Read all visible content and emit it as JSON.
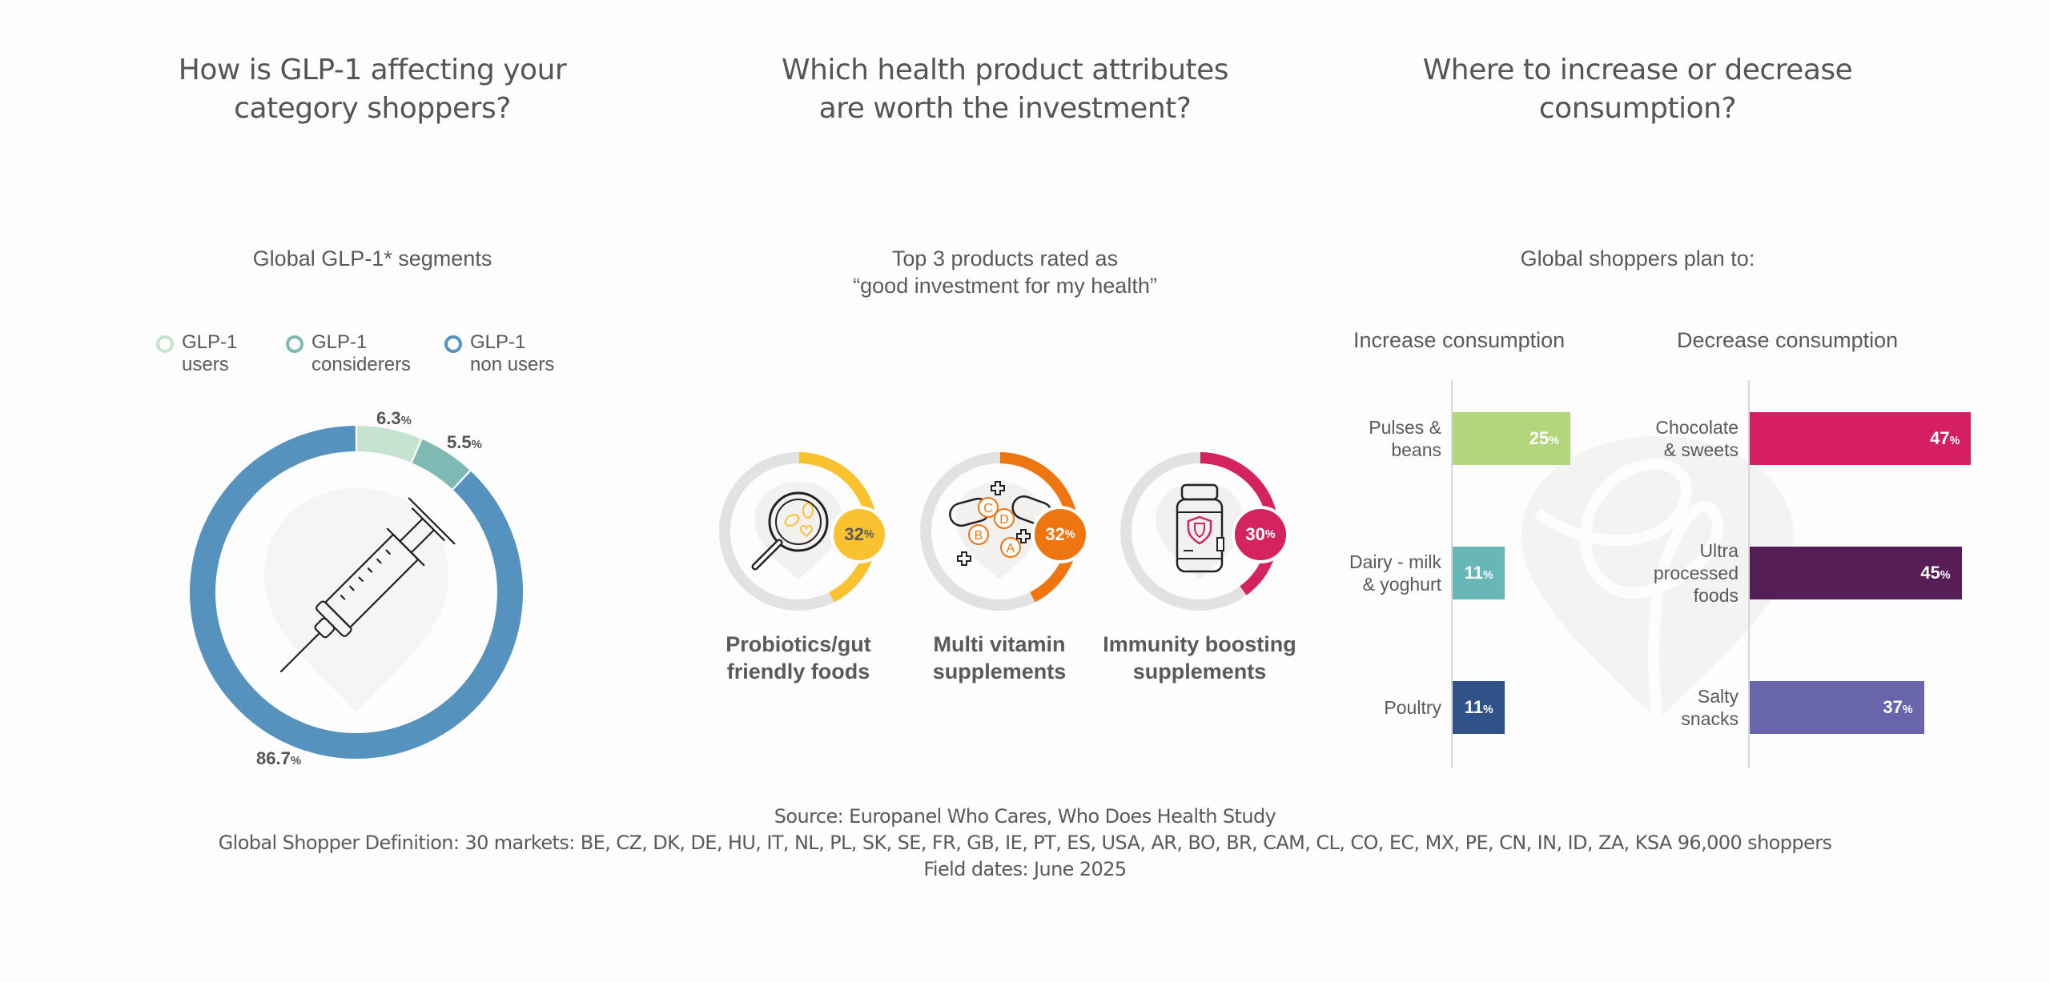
{
  "sections": [
    {
      "heading": [
        "How is GLP-1 affecting your",
        "category shoppers?"
      ]
    },
    {
      "heading": [
        "Which health product attributes",
        "are worth the investment?"
      ]
    },
    {
      "heading": [
        "Where to increase or decrease",
        "consumption?"
      ]
    }
  ],
  "glp1": {
    "subtitle": "Global GLP-1* segments",
    "legend": [
      {
        "line1": "GLP-1",
        "line2": "users",
        "color": "#c5e3ce"
      },
      {
        "line1": "GLP-1",
        "line2": "considerers",
        "color": "#7fb9b4"
      },
      {
        "line1": "GLP-1",
        "line2": "non users",
        "color": "#5592bd"
      }
    ],
    "icon": "syringe-icon"
  },
  "investment": {
    "subtitle": [
      "Top 3 products rated as",
      "“good investment for my health”"
    ],
    "track_color": "#e2e2e2"
  },
  "consumption": {
    "subtitle": "Global shoppers plan to:",
    "increase_title": "Increase consumption",
    "decrease_title": "Decrease consumption"
  },
  "chart_data": [
    {
      "type": "pie",
      "title": "Global GLP-1* segments",
      "donut": true,
      "start": "top-clockwise",
      "categories": [
        "GLP-1 users",
        "GLP-1 considerers",
        "GLP-1 non users"
      ],
      "values": [
        6.3,
        5.5,
        86.7
      ],
      "labels": [
        "6.3",
        "5.5",
        "86.7"
      ],
      "unit": "%",
      "colors": [
        "#c5e3ce",
        "#7fb9b4",
        "#5592bd"
      ],
      "legend": "top"
    },
    {
      "type": "pie",
      "title": "Top 3 products rated as “good investment for my health”",
      "style": "progress-rings",
      "categories": [
        "Probiotics/gut friendly foods",
        "Multi vitamin supplements",
        "Immunity boosting supplements"
      ],
      "label_lines": [
        [
          "Probiotics/gut",
          "friendly foods"
        ],
        [
          "Multi vitamin",
          "supplements"
        ],
        [
          "Immunity boosting",
          "supplements"
        ]
      ],
      "values": [
        32,
        32,
        30
      ],
      "unit": "%",
      "colors": [
        "#f9c22e",
        "#ef7511",
        "#d4235f"
      ],
      "badge_text_colors": [
        "#5a5a5a",
        "#ffffff",
        "#ffffff"
      ],
      "icons": [
        "magnifier-bacteria-icon",
        "vitamin-capsules-icon",
        "supplement-jar-shield-icon"
      ]
    },
    {
      "type": "bar",
      "orientation": "horizontal",
      "title": "Increase consumption",
      "categories": [
        "Pulses & beans",
        "Dairy - milk & yoghurt",
        "Poultry"
      ],
      "label_lines": [
        [
          "Pulses &",
          "beans"
        ],
        [
          "Dairy - milk",
          "& yoghurt"
        ],
        [
          "Poultry"
        ]
      ],
      "values": [
        25,
        11,
        11
      ],
      "unit": "%",
      "colors": [
        "#b3d67c",
        "#67b7b8",
        "#2f5288"
      ],
      "xlim": [
        0,
        50
      ]
    },
    {
      "type": "bar",
      "orientation": "horizontal",
      "title": "Decrease consumption",
      "categories": [
        "Chocolate & sweets",
        "Ultra processed foods",
        "Salty snacks"
      ],
      "label_lines": [
        [
          "Chocolate",
          "& sweets"
        ],
        [
          "Ultra",
          "processed",
          "foods"
        ],
        [
          "Salty",
          "snacks"
        ]
      ],
      "values": [
        47,
        45,
        37
      ],
      "unit": "%",
      "colors": [
        "#d42062",
        "#561d57",
        "#6865ad"
      ],
      "xlim": [
        0,
        50
      ]
    }
  ],
  "footer": {
    "source": "Source: Europanel Who Cares, Who Does Health Study",
    "definition": "Global Shopper Definition: 30 markets: BE, CZ, DK, DE, HU, IT, NL, PL, SK, SE, FR, GB, IE, PT, ES, USA, AR, BO, BR, CAM, CL, CO, EC, MX, PE, CN, IN, ID, ZA, KSA 96,000 shoppers",
    "field_dates": "Field dates: June 2025"
  }
}
